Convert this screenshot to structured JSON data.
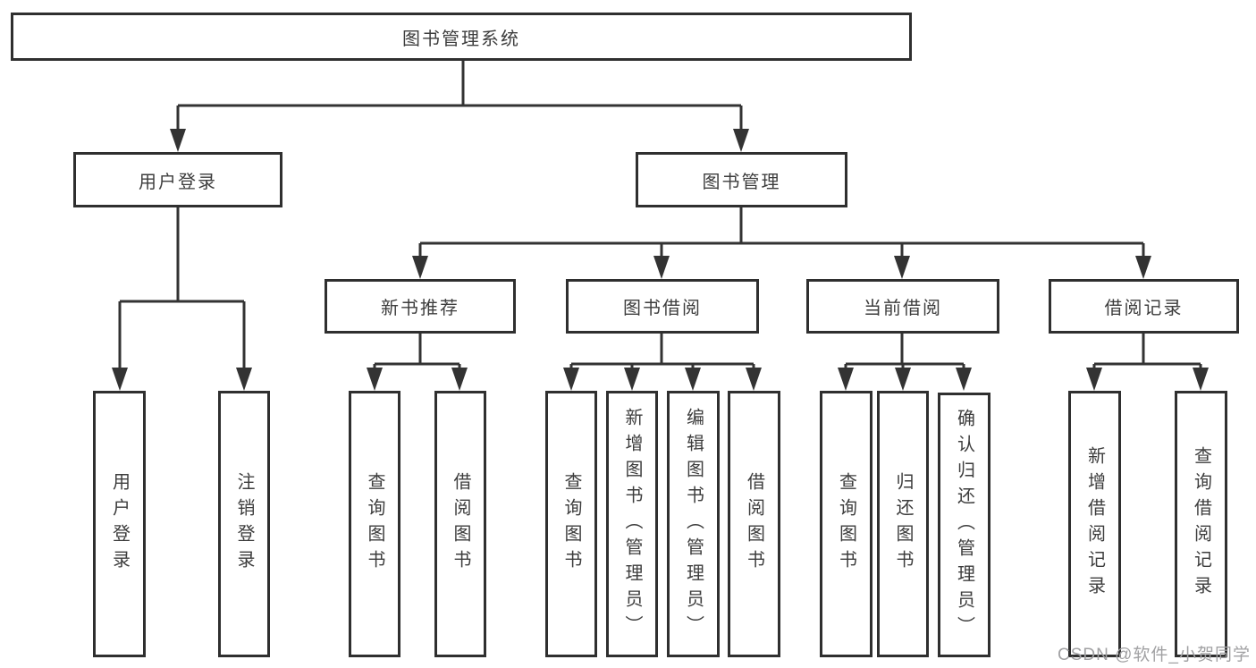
{
  "diagram": {
    "type": "hierarchy-tree",
    "root": {
      "label": "图书管理系统",
      "children": [
        {
          "label": "用户登录",
          "children": [
            {
              "label": "用户登录"
            },
            {
              "label": "注销登录"
            }
          ]
        },
        {
          "label": "图书管理",
          "children": [
            {
              "label": "新书推荐",
              "children": [
                {
                  "label": "查询图书"
                },
                {
                  "label": "借阅图书"
                }
              ]
            },
            {
              "label": "图书借阅",
              "children": [
                {
                  "label": "查询图书"
                },
                {
                  "label": "新增图书（管理员）"
                },
                {
                  "label": "编辑图书（管理员）"
                },
                {
                  "label": "借阅图书"
                }
              ]
            },
            {
              "label": "当前借阅",
              "children": [
                {
                  "label": "查询图书"
                },
                {
                  "label": "归还图书"
                },
                {
                  "label": "确认归还（管理员）"
                }
              ]
            },
            {
              "label": "借阅记录",
              "children": [
                {
                  "label": "新增借阅记录"
                },
                {
                  "label": "查询借阅记录"
                }
              ]
            }
          ]
        }
      ]
    }
  },
  "watermark": {
    "text": "CSDN @软件_小贺同学"
  },
  "colors": {
    "line": "#333333",
    "box_border": "#2f2f2f",
    "text": "#3d3d3d",
    "watermark": "#a1a1a3",
    "background": "#ffffff"
  }
}
